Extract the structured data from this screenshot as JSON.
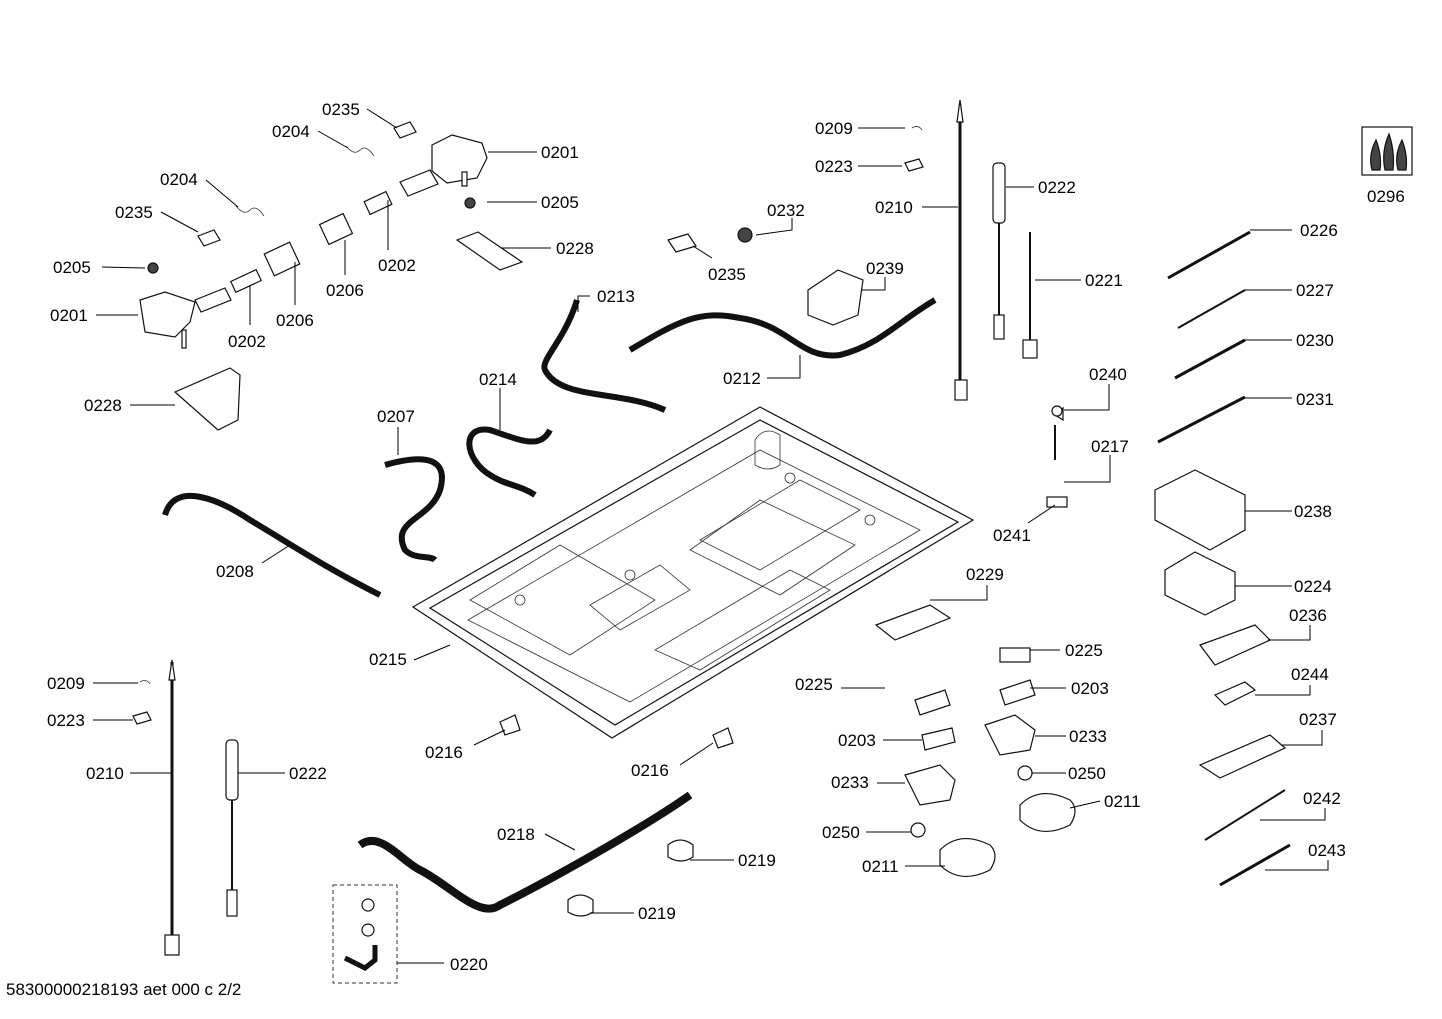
{
  "drawing_number": "58300000218193 aet 000 c 2/2",
  "part_labels": {
    "l0235a": "0235",
    "l0204a": "0204",
    "l0201a": "0201",
    "l0204b": "0204",
    "l0235b": "0235",
    "l0205a": "0205",
    "l0205b": "0205",
    "l0201b": "0201",
    "l0202a": "0202",
    "l0206a": "0206",
    "l0206b": "0206",
    "l0202b": "0202",
    "l0228a": "0228",
    "l0228b": "0228",
    "l0232": "0232",
    "l0235c": "0235",
    "l0209a": "0209",
    "l0223a": "0223",
    "l0210a": "0210",
    "l0222a": "0222",
    "l0221": "0221",
    "l0239": "0239",
    "l0213": "0213",
    "l0212": "0212",
    "l0214": "0214",
    "l0207": "0207",
    "l0208": "0208",
    "l0215": "0215",
    "l0240": "0240",
    "l0217": "0217",
    "l0241": "0241",
    "l0296": "0296",
    "l0226": "0226",
    "l0227": "0227",
    "l0230": "0230",
    "l0231": "0231",
    "l0238": "0238",
    "l0224": "0224",
    "l0236": "0236",
    "l0244": "0244",
    "l0237": "0237",
    "l0242": "0242",
    "l0243": "0243",
    "l0229": "0229",
    "l0225a": "0225",
    "l0225b": "0225",
    "l0203a": "0203",
    "l0203b": "0203",
    "l0233a": "0233",
    "l0233b": "0233",
    "l0250a": "0250",
    "l0250b": "0250",
    "l0211a": "0211",
    "l0211b": "0211",
    "l0209b": "0209",
    "l0223b": "0223",
    "l0210b": "0210",
    "l0222b": "0222",
    "l0216a": "0216",
    "l0216b": "0216",
    "l0218": "0218",
    "l0219a": "0219",
    "l0219b": "0219",
    "l0220": "0220"
  }
}
